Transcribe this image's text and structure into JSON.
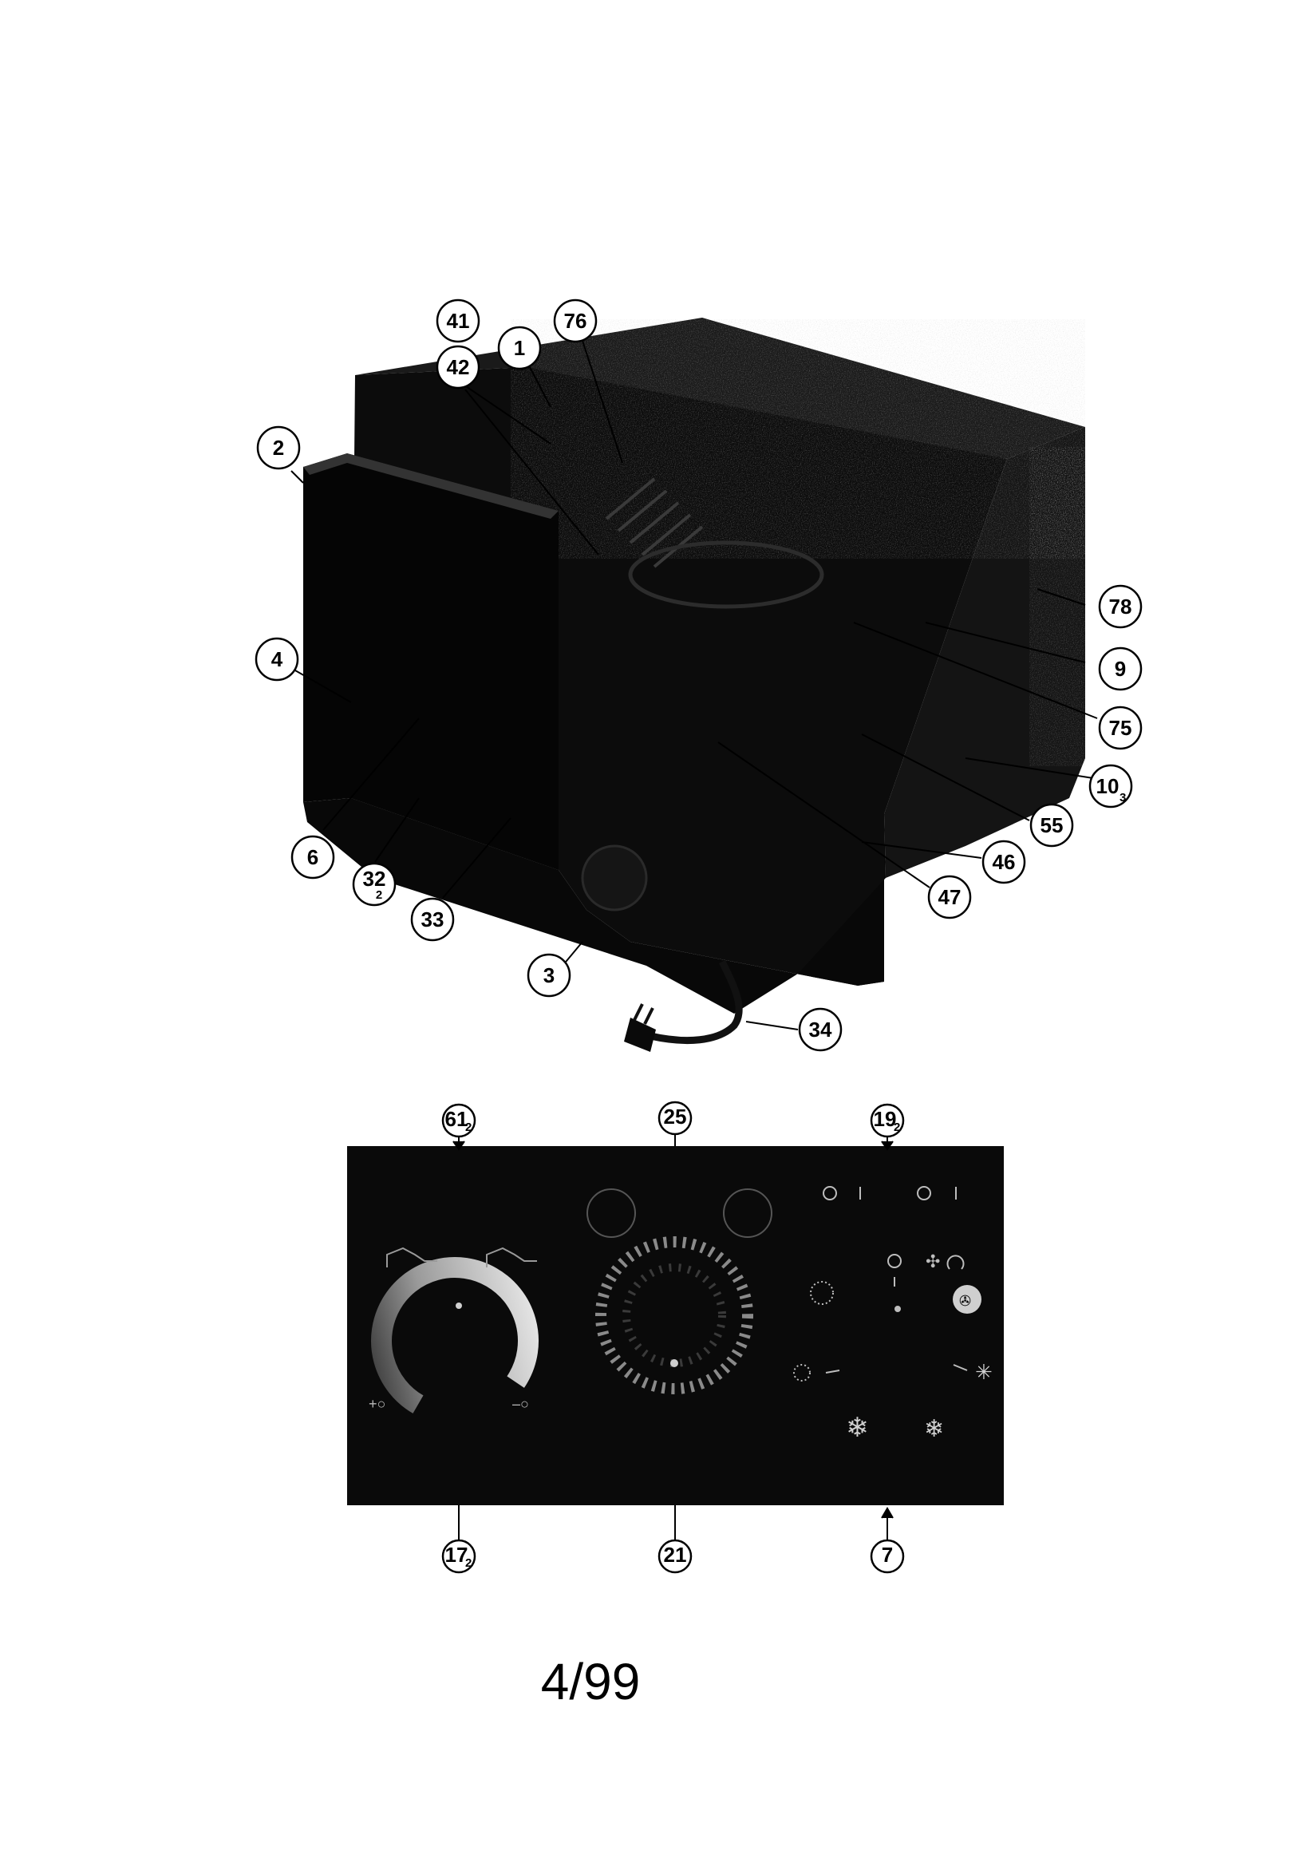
{
  "figure": {
    "callouts_top": [
      {
        "id": "c41",
        "label": "41",
        "sub": ""
      },
      {
        "id": "c42",
        "label": "42",
        "sub": ""
      },
      {
        "id": "c1",
        "label": "1",
        "sub": ""
      },
      {
        "id": "c76",
        "label": "76",
        "sub": ""
      },
      {
        "id": "c2",
        "label": "2",
        "sub": ""
      },
      {
        "id": "c78",
        "label": "78",
        "sub": ""
      },
      {
        "id": "c9",
        "label": "9",
        "sub": ""
      },
      {
        "id": "c75",
        "label": "75",
        "sub": ""
      },
      {
        "id": "c10",
        "label": "10",
        "sub": "3"
      },
      {
        "id": "c55",
        "label": "55",
        "sub": ""
      },
      {
        "id": "c46",
        "label": "46",
        "sub": ""
      },
      {
        "id": "c47",
        "label": "47",
        "sub": ""
      },
      {
        "id": "c4",
        "label": "4",
        "sub": ""
      },
      {
        "id": "c6",
        "label": "6",
        "sub": ""
      },
      {
        "id": "c32",
        "label": "32",
        "sub": "2"
      },
      {
        "id": "c33",
        "label": "33",
        "sub": ""
      },
      {
        "id": "c3",
        "label": "3",
        "sub": ""
      },
      {
        "id": "c34",
        "label": "34",
        "sub": ""
      }
    ],
    "callouts_panel": [
      {
        "id": "c61",
        "label": "61",
        "sub": "2"
      },
      {
        "id": "c25",
        "label": "25",
        "sub": ""
      },
      {
        "id": "c19",
        "label": "19",
        "sub": "2"
      },
      {
        "id": "c17",
        "label": "17",
        "sub": "2"
      },
      {
        "id": "c21",
        "label": "21",
        "sub": ""
      },
      {
        "id": "c7",
        "label": "7",
        "sub": ""
      }
    ]
  },
  "page_number": "4/99",
  "colors": {
    "ink": "#000000",
    "panel": "#0a0a0a",
    "speckle": "#6e6e6e"
  }
}
